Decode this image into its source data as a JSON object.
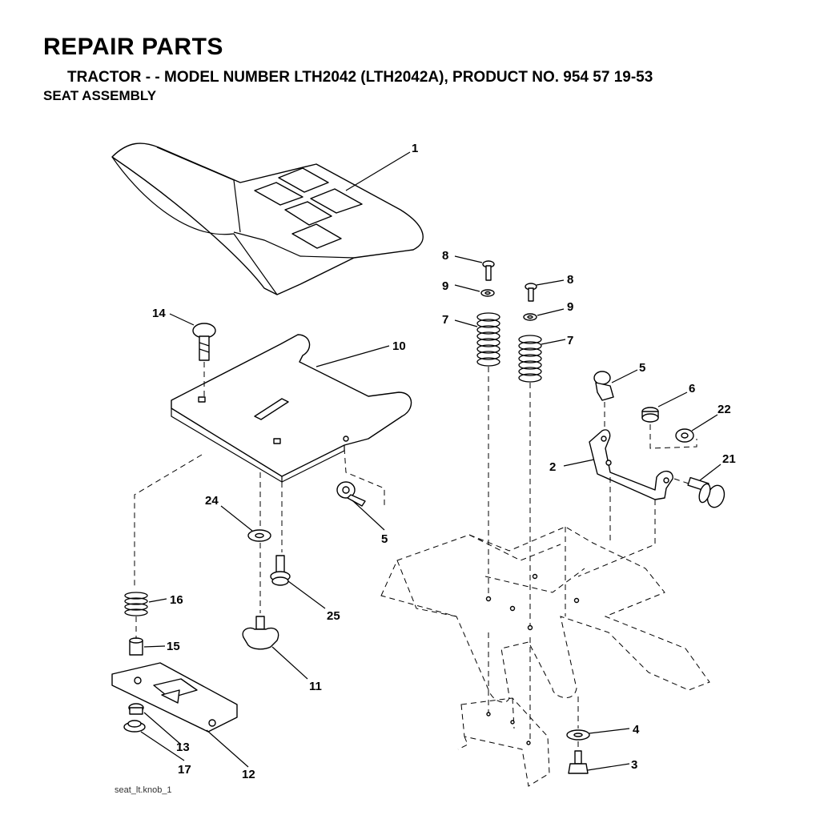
{
  "header": {
    "title": "REPAIR PARTS",
    "subtitle": "TRACTOR - - MODEL NUMBER LTH2042 (LTH2042A), PRODUCT NO. 954 57 19-53",
    "section": "SEAT ASSEMBLY"
  },
  "diagram": {
    "callouts": {
      "c1": "1",
      "c2": "2",
      "c3": "3",
      "c4": "4",
      "c5a": "5",
      "c5b": "5",
      "c6": "6",
      "c7a": "7",
      "c7b": "7",
      "c8a": "8",
      "c8b": "8",
      "c9a": "9",
      "c9b": "9",
      "c10": "10",
      "c11": "11",
      "c12": "12",
      "c13": "13",
      "c14": "14",
      "c15": "15",
      "c16": "16",
      "c17": "17",
      "c21": "21",
      "c22": "22",
      "c24": "24",
      "c25": "25"
    },
    "caption": "seat_lt.knob_1"
  }
}
